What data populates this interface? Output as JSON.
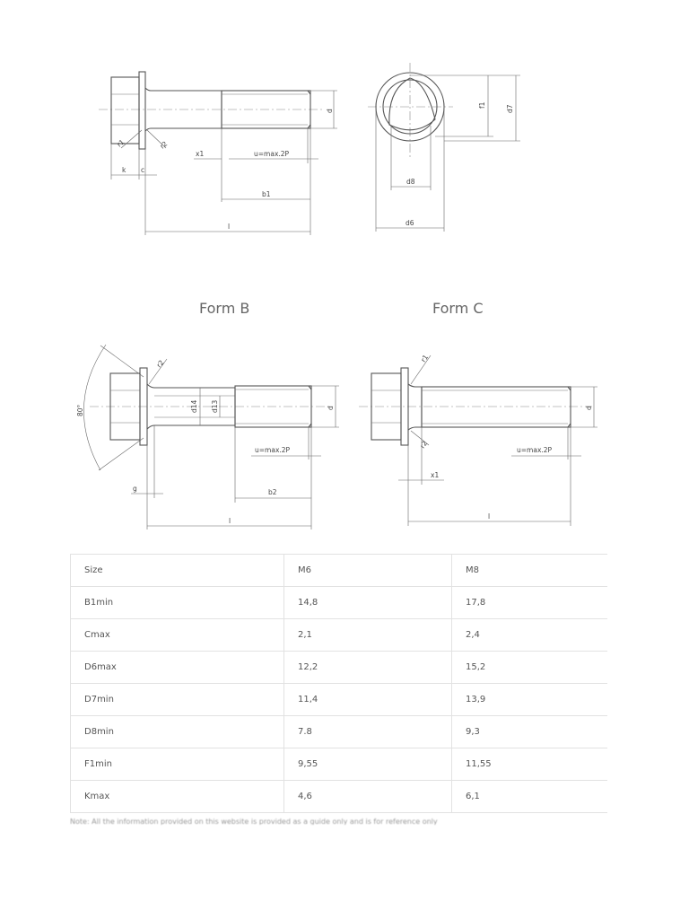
{
  "drawing": {
    "form_b_title": "Form B",
    "form_c_title": "Form C",
    "labels": {
      "r1": "r1",
      "r2": "r2",
      "d": "d",
      "x1": "x1",
      "u": "u=max.2P",
      "k": "k",
      "c": "c",
      "b1": "b1",
      "l": "l",
      "f1": "f1",
      "d7": "d7",
      "d8": "d8",
      "d6": "d6",
      "angle": "80°",
      "d14": "d14",
      "d13": "d13",
      "g": "g",
      "b2": "b2"
    }
  },
  "table": {
    "rows": [
      [
        "Size",
        "M6",
        "M8"
      ],
      [
        "B1min",
        "14,8",
        "17,8"
      ],
      [
        "Cmax",
        "2,1",
        "2,4"
      ],
      [
        "D6max",
        "12,2",
        "15,2"
      ],
      [
        "D7min",
        "11,4",
        "13,9"
      ],
      [
        "D8min",
        "7.8",
        "9,3"
      ],
      [
        "F1min",
        "9,55",
        "11,55"
      ],
      [
        "Kmax",
        "4,6",
        "6,1"
      ]
    ]
  },
  "footnote": "Note: All the information provided on this website is provided as a guide only and is for reference only"
}
